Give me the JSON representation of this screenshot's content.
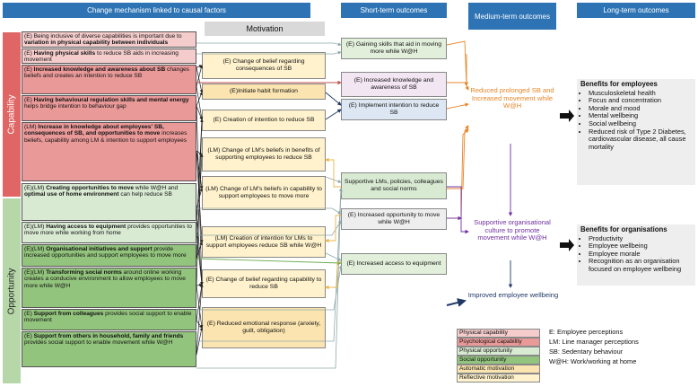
{
  "headers": {
    "change": "Change mechanism linked to causal factors",
    "short": "Short-term outcomes",
    "medium": "Medium-term outcomes",
    "long": "Long-term outcomes",
    "motivation": "Motivation"
  },
  "sidebars": {
    "capability": "Capability",
    "opportunity": "Opportunity"
  },
  "change_mechanisms": [
    {
      "parts": [
        "(E) Being inclusive of diverse capabilities is important due to ",
        "variation in physical capability between individuals",
        ""
      ]
    },
    {
      "parts": [
        "(E) ",
        "Having physical skills",
        " to reduce SB aids in increasing movement"
      ]
    },
    {
      "parts": [
        "(E) ",
        "Increased knowledge and awareness about SB",
        " changes beliefs and creates an intention to reduce SB"
      ]
    },
    {
      "parts": [
        "(E) ",
        "Having behavioural regulation skills and mental energy",
        " helps bridge intention to behaviour gap"
      ]
    },
    {
      "parts": [
        "(LM) ",
        "Increase in knowledge about employees' SB, consequences of SB, and opportunities to move",
        " increases beliefs, capability among LM & intention to support employees"
      ]
    },
    {
      "parts": [
        "(E)(LM) ",
        "Creating opportunities to move",
        " while W@H and ",
        "optimal use of home environment",
        " can help reduce SB"
      ]
    },
    {
      "parts": [
        "(E)(LM) ",
        "Having access to equipment",
        " provides opportunities to move more while working from home"
      ]
    },
    {
      "parts": [
        "(E)(LM) ",
        "Organisational initiatives and support",
        " provide increased opportunities and support employees to move more"
      ]
    },
    {
      "parts": [
        "(E)(LM) ",
        "Transforming social norms",
        " around online working creates a conducive environment to allow employees to move more while W@H"
      ]
    },
    {
      "parts": [
        "(E) ",
        "Support from colleagues",
        " provides social support to enable movement"
      ]
    },
    {
      "parts": [
        "(E) ",
        "Support from others in household, family and friends",
        " provides social support to enable movement while W@H"
      ]
    }
  ],
  "motivation_boxes": [
    "(E) Change of belief regarding consequences of SB",
    "(E)Initiate habit formation",
    "(E) Creation of intention to reduce SB",
    "(LM) Change of LM's beliefs in benefits of supporting employees to reduce SB",
    "(LM) Change of LM's beliefs in capability to support employees to move more",
    "(LM) Creation of intention for LMs to support employees reduce SB while W@H",
    "(E) Change of belief regarding capability to reduce SB",
    "(E) Reduced emotional response (anxiety, guilt, obligation)"
  ],
  "short_term": [
    "(E) Gaining skills that aid in moving more while W@H",
    "(E) Increased knowledge and awareness of SB",
    "(E) Implement intention to reduce SB",
    "Supportive LMs, policies, colleagues and social norms",
    "(E) Increased opportunity to move while W@H",
    "(E) Increased access to equipment"
  ],
  "medium_term": [
    "Reduced prolonged SB and Increased movement while W@H",
    "Supportive organisational culture to promote movement while W@H",
    "Improved employee wellbeing"
  ],
  "long_term": {
    "employees": {
      "title": "Benefits for employees",
      "items": [
        "Musculoskeletal health",
        "Focus and concentration",
        "Morale and mood",
        "Mental wellbeing",
        "Social wellbeing",
        "Reduced risk of Type 2 Diabetes, cardiovascular disease, all cause mortality"
      ]
    },
    "organisations": {
      "title": "Benefits for organisations",
      "items": [
        "Productivity",
        "Employee wellbeing",
        "Employee morale",
        "Recognition as an organisation focused on employee wellbeing"
      ]
    }
  },
  "legend": [
    {
      "label": "Physical capability",
      "color": "#f4cccc"
    },
    {
      "label": "Psychological capability",
      "color": "#ea9999"
    },
    {
      "label": "Physical opportunity",
      "color": "#d9ead3"
    },
    {
      "label": "Social opportunity",
      "color": "#93c47d"
    },
    {
      "label": "Automatic motivation",
      "color": "#fbe4b0"
    },
    {
      "label": "Reflective motivation",
      "color": "#fff2cc"
    }
  ],
  "key": [
    "E: Employee perceptions",
    "LM: Line manager perceptions",
    "SB: Sedentary behaviour",
    "W@H: Work/working at home"
  ],
  "colors": {
    "header": "#2e74b5",
    "capability_bar": "#e06666",
    "opportunity_bar": "#b6d7a8",
    "physical_capability": "#f4cccc",
    "psychological_capability": "#ea9999",
    "physical_opportunity": "#d9ead3",
    "social_opportunity": "#93c47d",
    "automatic_motivation": "#fbe4b0",
    "reflective_motivation": "#fff2cc",
    "reduced_sb_text": "#e6862a",
    "culture_text": "#7030a0",
    "wellbeing_text": "#1f3864"
  }
}
